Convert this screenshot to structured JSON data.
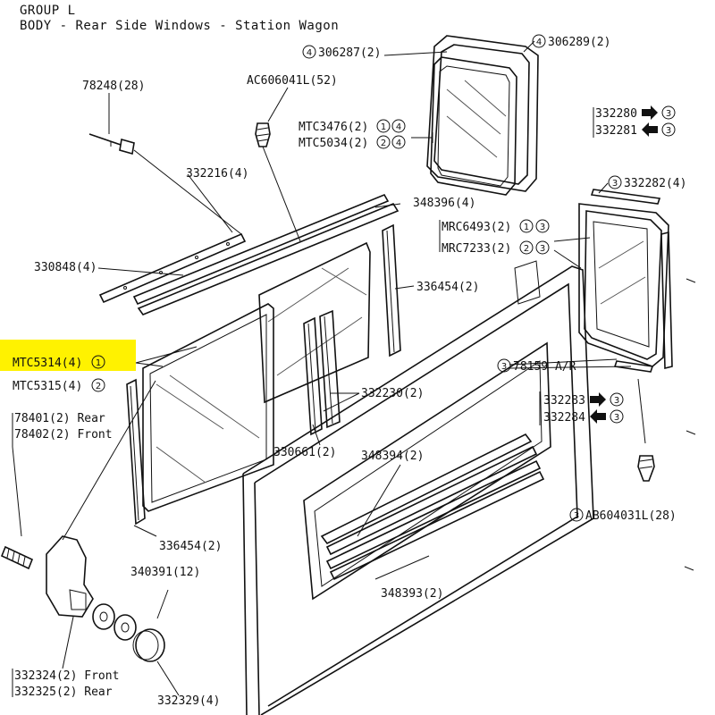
{
  "header": {
    "line1": "GROUP L",
    "line2": "BODY - Rear Side Windows - Station Wagon"
  },
  "highlight_color": "#fff200",
  "labels": {
    "306287": "306287(2)",
    "306289": "306289(2)",
    "78248": "78248(28)",
    "AC606041L": "AC606041L(52)",
    "MTC3476": "MTC3476(2)",
    "MTC5034": "MTC5034(2)",
    "332280": "332280",
    "332281": "332281",
    "332216": "332216(4)",
    "348396": "348396(4)",
    "332282": "332282(4)",
    "MRC6493": "MRC6493(2)",
    "MRC7233": "MRC7233(2)",
    "330848": "330848(4)",
    "336454_top": "336454(2)",
    "MTC5314": "MTC5314(4)",
    "MTC5315": "MTC5315(4)",
    "78159": "78159 A/R",
    "332230": "332230(2)",
    "332283": "332283",
    "332284": "332284",
    "78401": "78401(2) Rear",
    "78402": "78402(2) Front",
    "330661": "330661(2)",
    "348394": "348394(2)",
    "AB604031L": "AB604031L(28)",
    "336454_bottom": "336454(2)",
    "340391": "340391(12)",
    "348393": "348393(2)",
    "332324": "332324(2) Front",
    "332325": "332325(2) Rear",
    "332329": "332329(4)"
  },
  "circle_refs": {
    "c1": "1",
    "c2": "2",
    "c3": "3",
    "c4": "4"
  }
}
